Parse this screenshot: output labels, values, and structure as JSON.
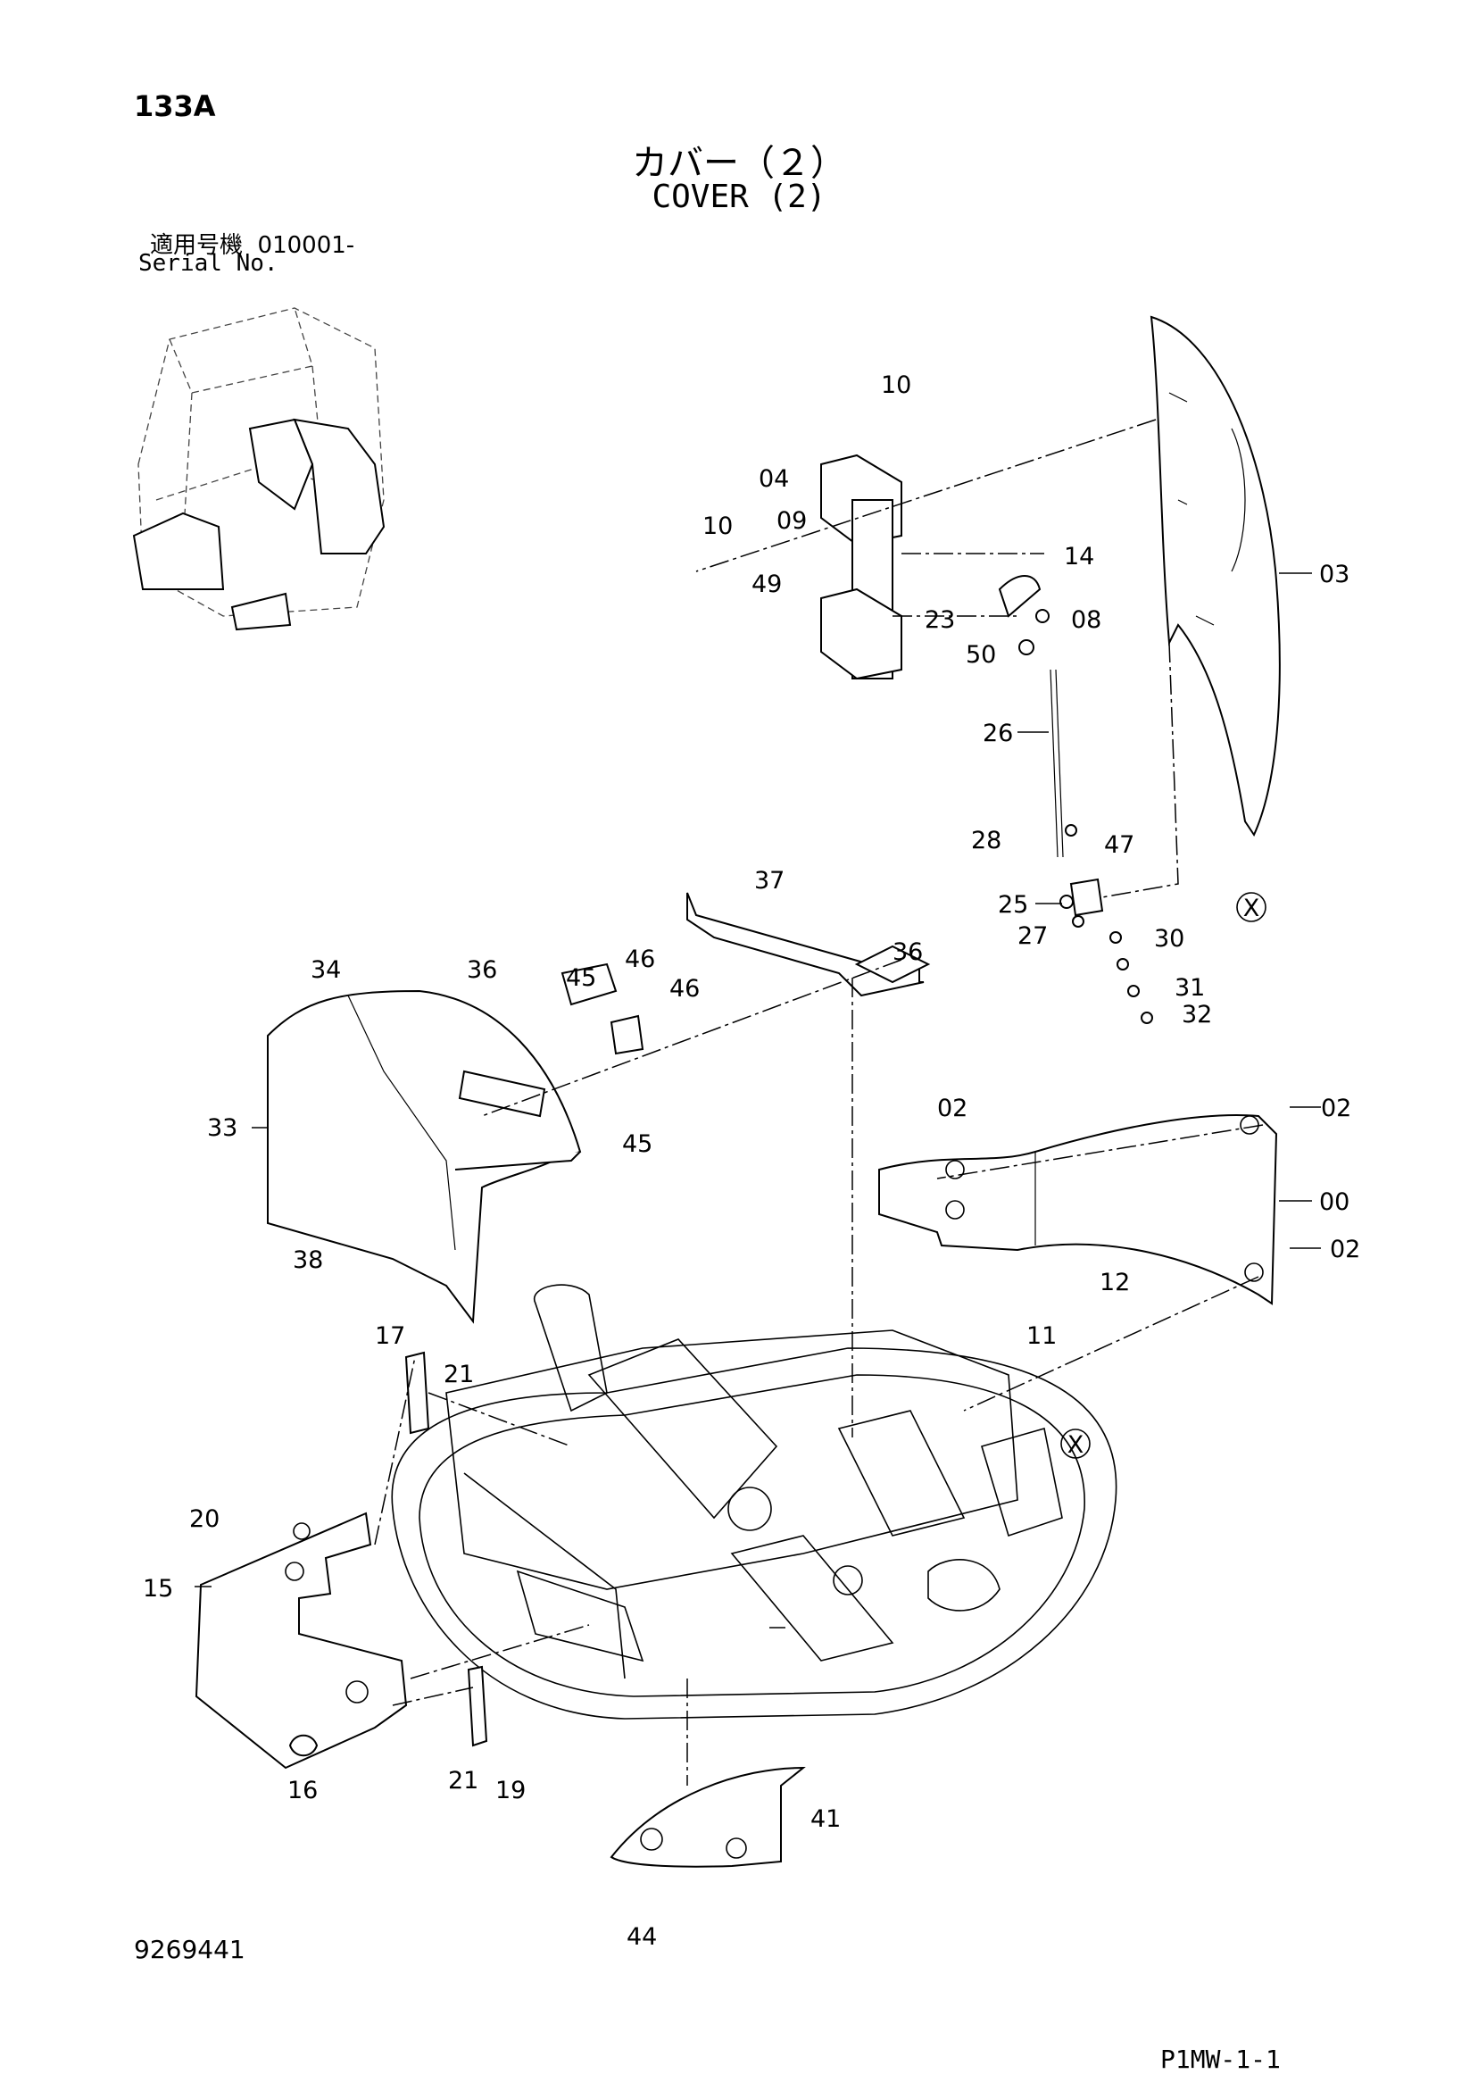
{
  "page_label": "133A",
  "title_jp": "カバー（２）",
  "title_en": "COVER (2)",
  "serial_jp": "適用号機  010001-",
  "serial_en": "Serial No.",
  "doc_number": "9269441",
  "sheet_code": "P1MW-1-1",
  "ref_mark": "X",
  "callouts": {
    "c00": "00",
    "c02a": "02",
    "c02b": "02",
    "c02c": "02",
    "c03": "03",
    "c04": "04",
    "c08": "08",
    "c09": "09",
    "c10a": "10",
    "c10b": "10",
    "c11": "11",
    "c12": "12",
    "c14": "14",
    "c15": "15",
    "c16": "16",
    "c17": "17",
    "c19": "19",
    "c20": "20",
    "c21a": "21",
    "c21b": "21",
    "c23": "23",
    "c25": "25",
    "c26": "26",
    "c27": "27",
    "c28": "28",
    "c30": "30",
    "c31": "31",
    "c32": "32",
    "c33": "33",
    "c34": "34",
    "c36a": "36",
    "c36b": "36",
    "c37": "37",
    "c38": "38",
    "c41": "41",
    "c44": "44",
    "c45a": "45",
    "c45b": "45",
    "c46a": "46",
    "c46b": "46",
    "c47": "47",
    "c49": "49",
    "c50": "50"
  }
}
